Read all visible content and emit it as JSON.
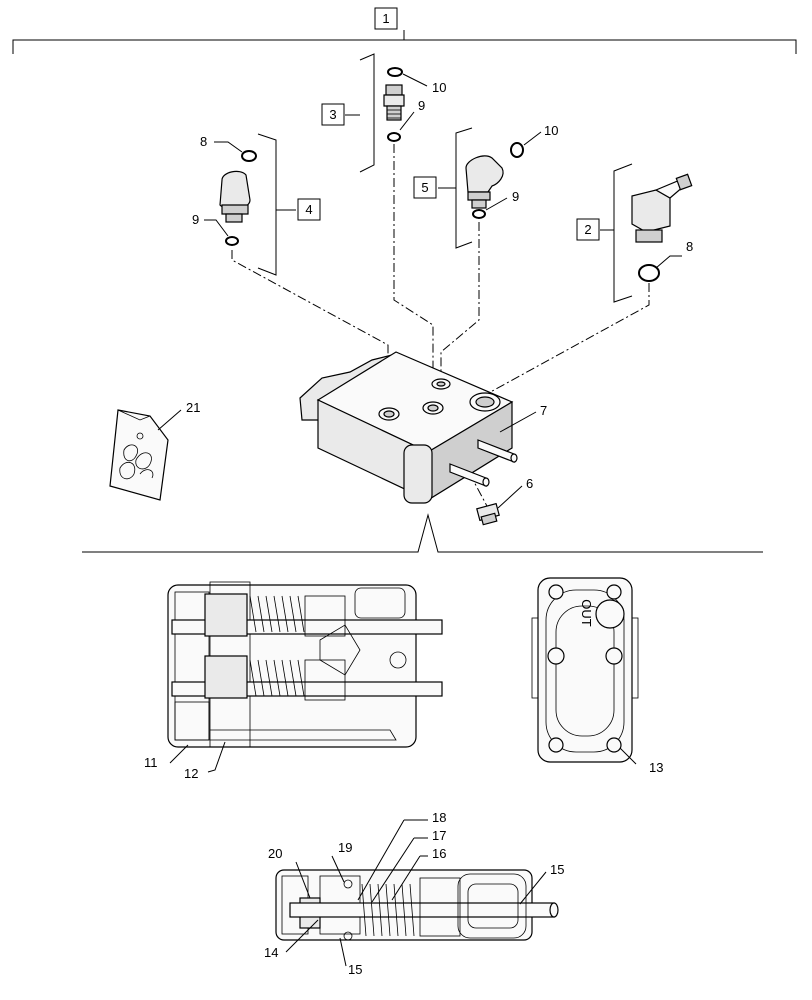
{
  "callouts": {
    "c1": "1",
    "c2": "2",
    "c3": "3",
    "c4": "4",
    "c5": "5",
    "c6": "6",
    "c7": "7",
    "c8a": "8",
    "c8b": "8",
    "c9a": "9",
    "c9b": "9",
    "c9c": "9",
    "c10a": "10",
    "c10b": "10",
    "c11": "11",
    "c12": "12",
    "c13": "13",
    "c14": "14",
    "c15a": "15",
    "c15b": "15",
    "c16": "16",
    "c17": "17",
    "c18": "18",
    "c19": "19",
    "c20": "20",
    "c21": "21"
  },
  "port_label": "OUT",
  "colors": {
    "line": "#000000",
    "part_fill": "#eaeaea",
    "background": "#ffffff"
  }
}
